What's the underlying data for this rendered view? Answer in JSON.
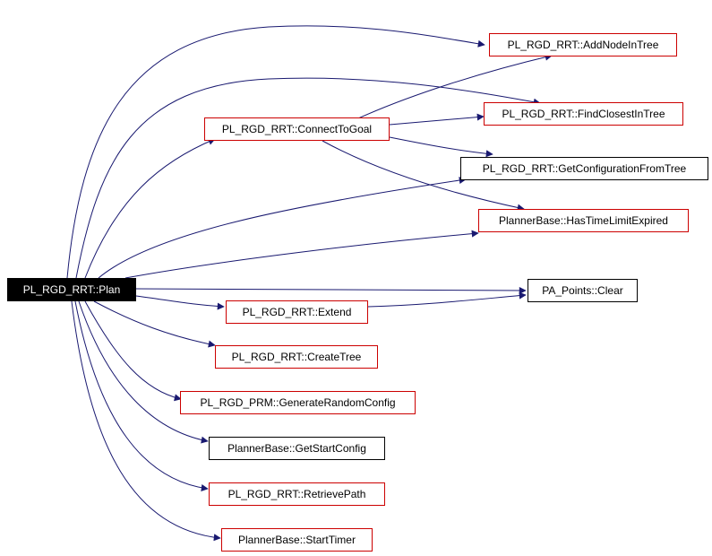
{
  "root": {
    "label": "PL_RGD_RRT::Plan"
  },
  "nodes": {
    "add_node_in_tree": "PL_RGD_RRT::AddNodeInTree",
    "connect_to_goal": "PL_RGD_RRT::ConnectToGoal",
    "find_closest_in_tree": "PL_RGD_RRT::FindClosestInTree",
    "get_configuration_from_tree": "PL_RGD_RRT::GetConfigurationFromTree",
    "has_time_limit_expired": "PlannerBase::HasTimeLimitExpired",
    "pa_points_clear": "PA_Points::Clear",
    "extend": "PL_RGD_RRT::Extend",
    "create_tree": "PL_RGD_RRT::CreateTree",
    "generate_random_config": "PL_RGD_PRM::GenerateRandomConfig",
    "get_start_config": "PlannerBase::GetStartConfig",
    "retrieve_path": "PL_RGD_RRT::RetrievePath",
    "start_timer": "PlannerBase::StartTimer"
  },
  "colors": {
    "edge": "#191970",
    "border_red": "#cc0000",
    "border_black": "#000000",
    "root_fill": "#000000"
  }
}
